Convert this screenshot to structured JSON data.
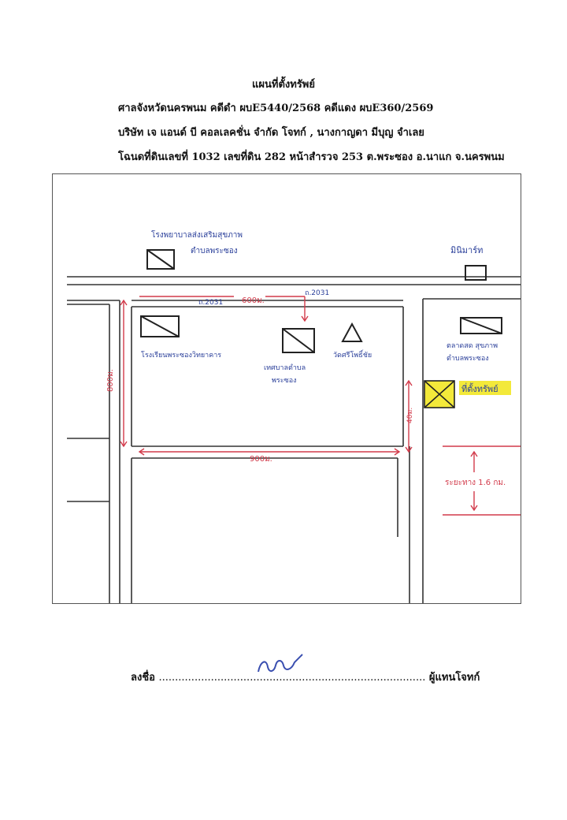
{
  "header": {
    "title": "แผนที่ตั้งทรัพย์",
    "line1": "ศาลจังหวัดนครพนม   คดีดำ ผบE5440/2568  คดีแดง ผบE360/2569",
    "line2": "บริษัท เจ แอนด์ บี คอลเลคชั่น จำกัด  โจทก์ ,  นางกาญดา มีบุญ  จำเลย",
    "line3": "โฉนดที่ดินเลขที่ 1032  เลขที่ดิน 282  หน้าสำรวจ 253  ต.พระซอง อ.นาแก จ.นครพนม"
  },
  "map": {
    "labels": {
      "school_top": "โรงพยาบาลส่งเสริมสุขภาพ",
      "school_top_2": "ตำบลพระซอง",
      "shop_top_right": "มินิมาร์ท",
      "road_top": "ถ.2031",
      "road_inner": "ถ.2031",
      "dist_600": "600ม.",
      "dist_800_left": "800ม.",
      "school_left": "โรงเรียนพระซองวิทยาคาร",
      "office_mid": "เทศบาลตำบล",
      "office_mid_2": "พระซอง",
      "temple": "วัดศรีโพธิ์ชัย",
      "market_right": "ตลาดสด สุขภาพ",
      "market_right_2": "ตำบลพระซอง",
      "property": "ที่ตั้งทรัพย์",
      "dist_40": "40ม.",
      "dist_900": "900ม.",
      "dist_16km": "ระยะทาง 1.6 กม."
    },
    "colors": {
      "road": "#333333",
      "annotation": "#d23a4a",
      "handwriting": "#2a3f9a",
      "property_highlight": "#f3e93a"
    }
  },
  "signature": {
    "label": "ลงชื่อ",
    "dots": "..................................................................................",
    "role": "ผู้แทนโจทก์"
  }
}
